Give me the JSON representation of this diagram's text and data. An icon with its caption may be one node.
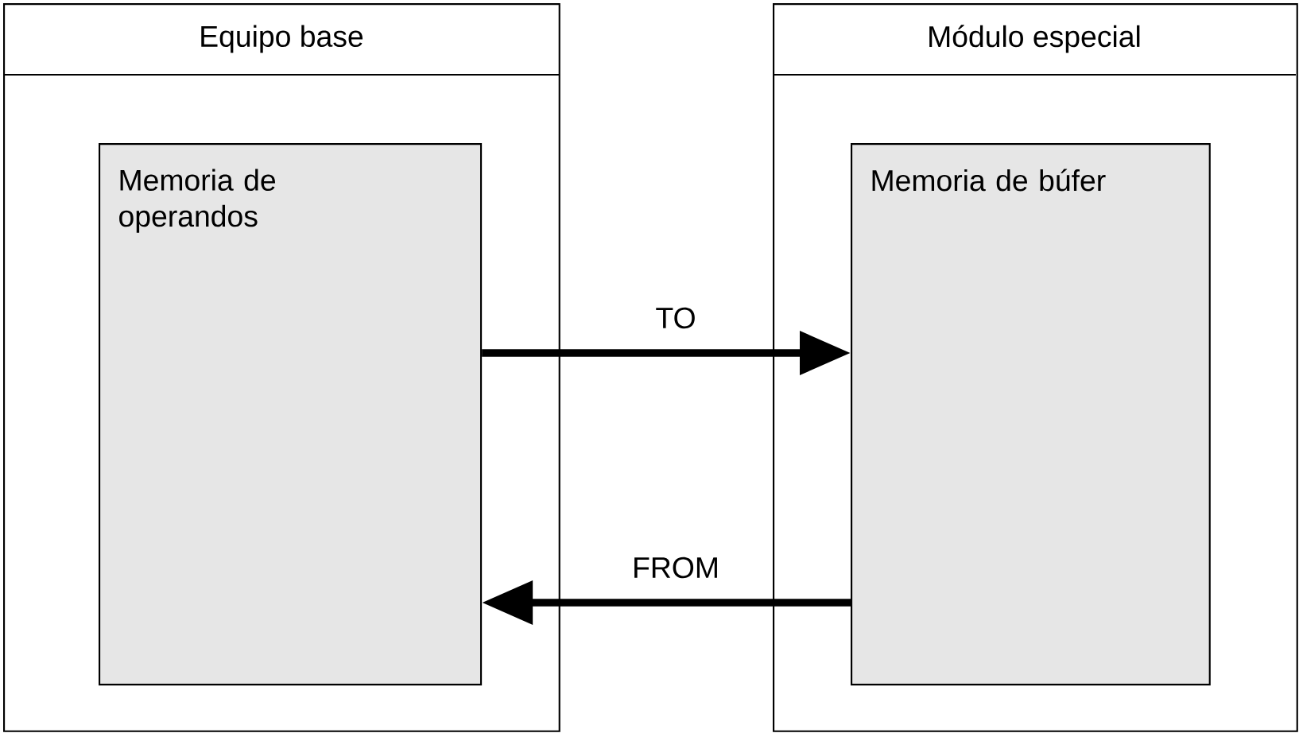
{
  "diagram": {
    "nodes": [
      {
        "text": [
          "Equipo base"
        ]
      },
      {
        "text": [
          "Memoria de operandos"
        ],
        "in": 0
      },
      {
        "text": [
          "Módulo especial"
        ]
      },
      {
        "text": [
          "Memoria de búfer"
        ],
        "in": 2
      }
    ],
    "edges": [
      {
        "from": 1,
        "to": 3,
        "arrow": "to",
        "label": "TO"
      },
      {
        "from": 3,
        "to": 1,
        "arrow": "to",
        "label": "FROM"
      }
    ]
  }
}
